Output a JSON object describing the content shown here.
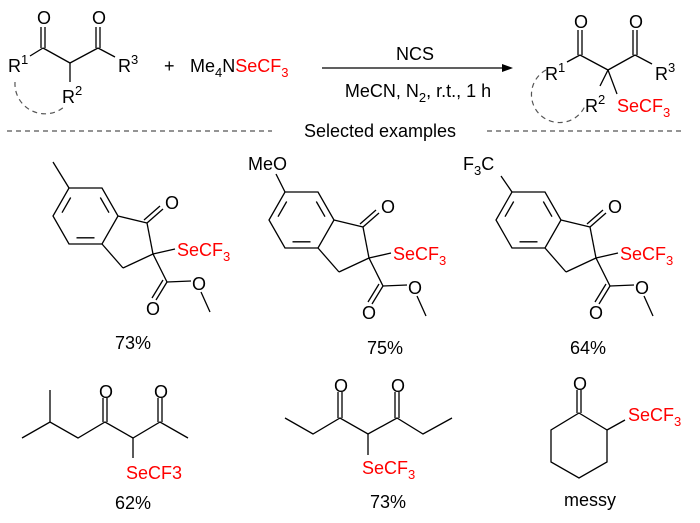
{
  "scheme": {
    "reactant": {
      "o1": "O",
      "o2": "O",
      "r1": "R",
      "r1_sup": "1",
      "r2": "R",
      "r2_sup": "2",
      "r3": "R",
      "r3_sup": "3"
    },
    "plus": "+",
    "reagent": {
      "me": "Me",
      "me_sub": "4",
      "n": "N",
      "secf": "SeCF",
      "secf_sub": "3"
    },
    "conditions": {
      "above": "NCS",
      "below_a": "MeCN, N",
      "below_sub": "2",
      "below_b": ", r.t., 1 h"
    },
    "product": {
      "o1": "O",
      "o2": "O",
      "r1": "R",
      "r1_sup": "1",
      "r2": "R",
      "r2_sup": "2",
      "r3": "R",
      "r3_sup": "3",
      "secf": "SeCF",
      "secf_sub": "3"
    },
    "divider_label": "Selected examples"
  },
  "colors": {
    "highlight": "#ff0000",
    "text": "#000000"
  },
  "examples": [
    {
      "substituent": "",
      "o_keto": "O",
      "o_ester": "O",
      "o_ester2": "O",
      "secf": "SeCF",
      "secf_sub": "3",
      "yield": "73%"
    },
    {
      "substituent": "MeO",
      "o_keto": "O",
      "o_ester": "O",
      "o_ester2": "O",
      "secf": "SeCF",
      "secf_sub": "3",
      "yield": "75%"
    },
    {
      "substituent_a": "F",
      "substituent_sub": "3",
      "substituent_b": "C",
      "o_keto": "O",
      "o_ester": "O",
      "o_ester2": "O",
      "secf": "SeCF",
      "secf_sub": "3",
      "yield": "64%"
    },
    {
      "o1": "O",
      "o2": "O",
      "secf": "SeCF3",
      "yield": "62%"
    },
    {
      "o1": "O",
      "o2": "O",
      "secf": "SeCF",
      "secf_sub": "3",
      "yield": "73%"
    },
    {
      "o1": "O",
      "secf": "SeCF",
      "secf_sub": "3",
      "yield": "messy"
    }
  ]
}
